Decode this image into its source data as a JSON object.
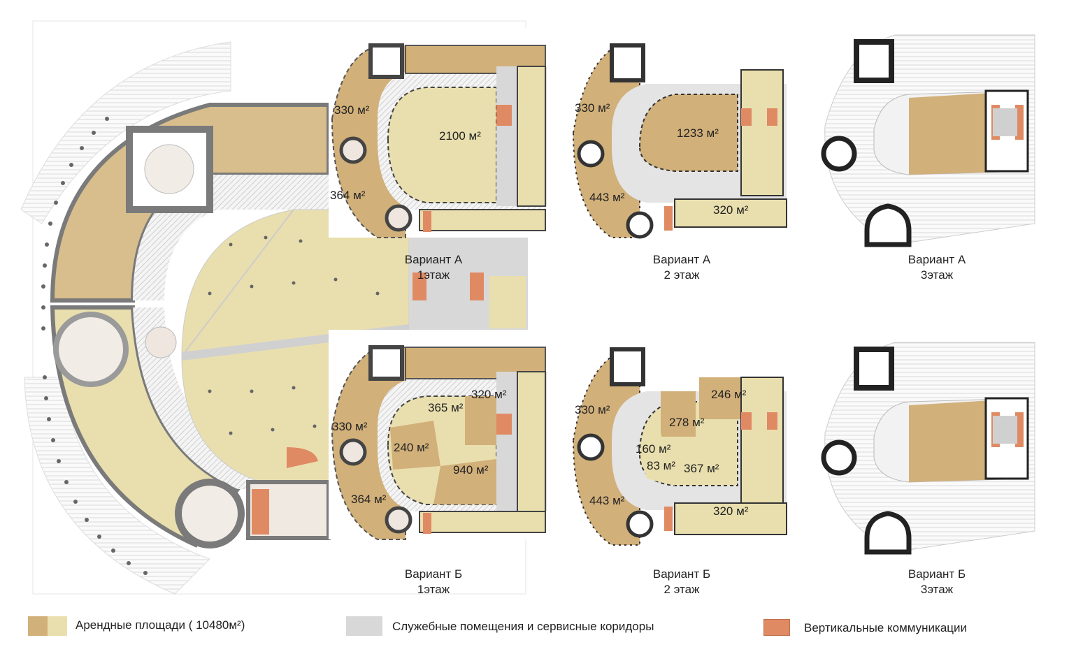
{
  "plans": {
    "a1": {
      "variant": "Вариант  А",
      "floor": "1этаж",
      "areas": [
        "330 м²",
        "2100 м²",
        "364 м²"
      ]
    },
    "a2": {
      "variant": "Вариант  А",
      "floor": "2 этаж",
      "areas": [
        "330 м²",
        "1233 м²",
        "443 м²",
        "320 м²"
      ]
    },
    "a3": {
      "variant": "Вариант  А",
      "floor": "3этаж"
    },
    "b1": {
      "variant": "Вариант  Б",
      "floor": "1этаж",
      "areas": [
        "365 м²",
        "320 м²",
        "330 м²",
        "240 м²",
        "940 м²",
        "364 м²"
      ]
    },
    "b2": {
      "variant": "Вариант  Б",
      "floor": "2 этаж",
      "areas": [
        "330 м²",
        "246 м²",
        "278 м²",
        "160 м²",
        "83 м²",
        "367 м²",
        "443 м²",
        "320 м²"
      ]
    },
    "b3": {
      "variant": "Вариант  Б",
      "floor": "3этаж"
    }
  },
  "legend": {
    "rental": "Арендные площади  ( 10480м²)",
    "service": "Служебные помещения и сервисные коридоры",
    "vertical": "Вертикальные коммуникации"
  },
  "colors": {
    "rental_dark": "#d2b07a",
    "rental_light": "#e9dfae",
    "service": "#d8d8d8",
    "vertical": "#e08a64",
    "wall": "#7a7a7a"
  }
}
